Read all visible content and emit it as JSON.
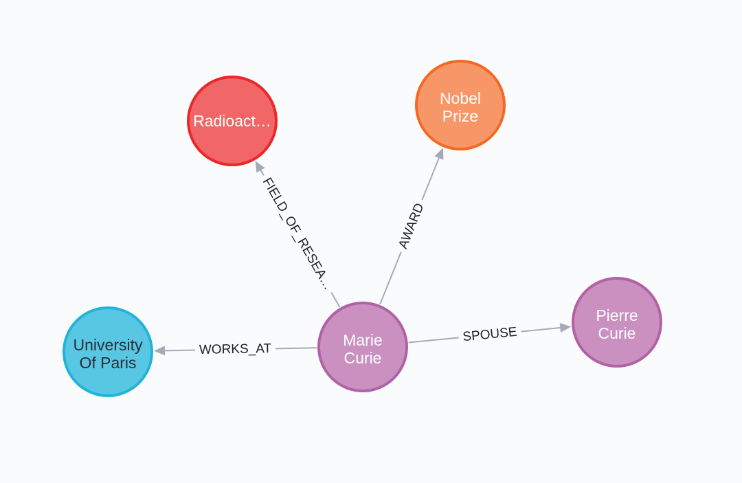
{
  "graph": {
    "nodes": [
      {
        "id": "marie",
        "name_line1": "Marie",
        "name_line2": "Curie",
        "fill": "#c990c0",
        "stroke": "#b261a5",
        "text_color": "#ffffff"
      },
      {
        "id": "pierre",
        "name_line1": "Pierre",
        "name_line2": "Curie",
        "fill": "#c990c0",
        "stroke": "#b261a5",
        "text_color": "#ffffff"
      },
      {
        "id": "nobel",
        "name_line1": "Nobel",
        "name_line2": "Prize",
        "fill": "#f79767",
        "stroke": "#f36924",
        "text_color": "#ffffff"
      },
      {
        "id": "radio",
        "name_line1": "Radioact…",
        "name_line2": "",
        "fill": "#f16667",
        "stroke": "#eb2728",
        "text_color": "#ffffff"
      },
      {
        "id": "paris",
        "name_line1": "University",
        "name_line2": "Of Paris",
        "fill": "#57c7e3",
        "stroke": "#23b3d7",
        "text_color": "#2a2c34"
      }
    ],
    "edges": [
      {
        "id": "works_at",
        "from": "marie",
        "to": "paris",
        "label": "WORKS_AT"
      },
      {
        "id": "spouse",
        "from": "marie",
        "to": "pierre",
        "label": "SPOUSE"
      },
      {
        "id": "award",
        "from": "marie",
        "to": "nobel",
        "label": "AWARD"
      },
      {
        "id": "field",
        "from": "marie",
        "to": "radio",
        "label": "FIELD_OF_RESEA…"
      }
    ],
    "colors": {
      "background": "#f9fbfd",
      "edge": "#a5abb6",
      "edge_label": "#222222"
    }
  }
}
